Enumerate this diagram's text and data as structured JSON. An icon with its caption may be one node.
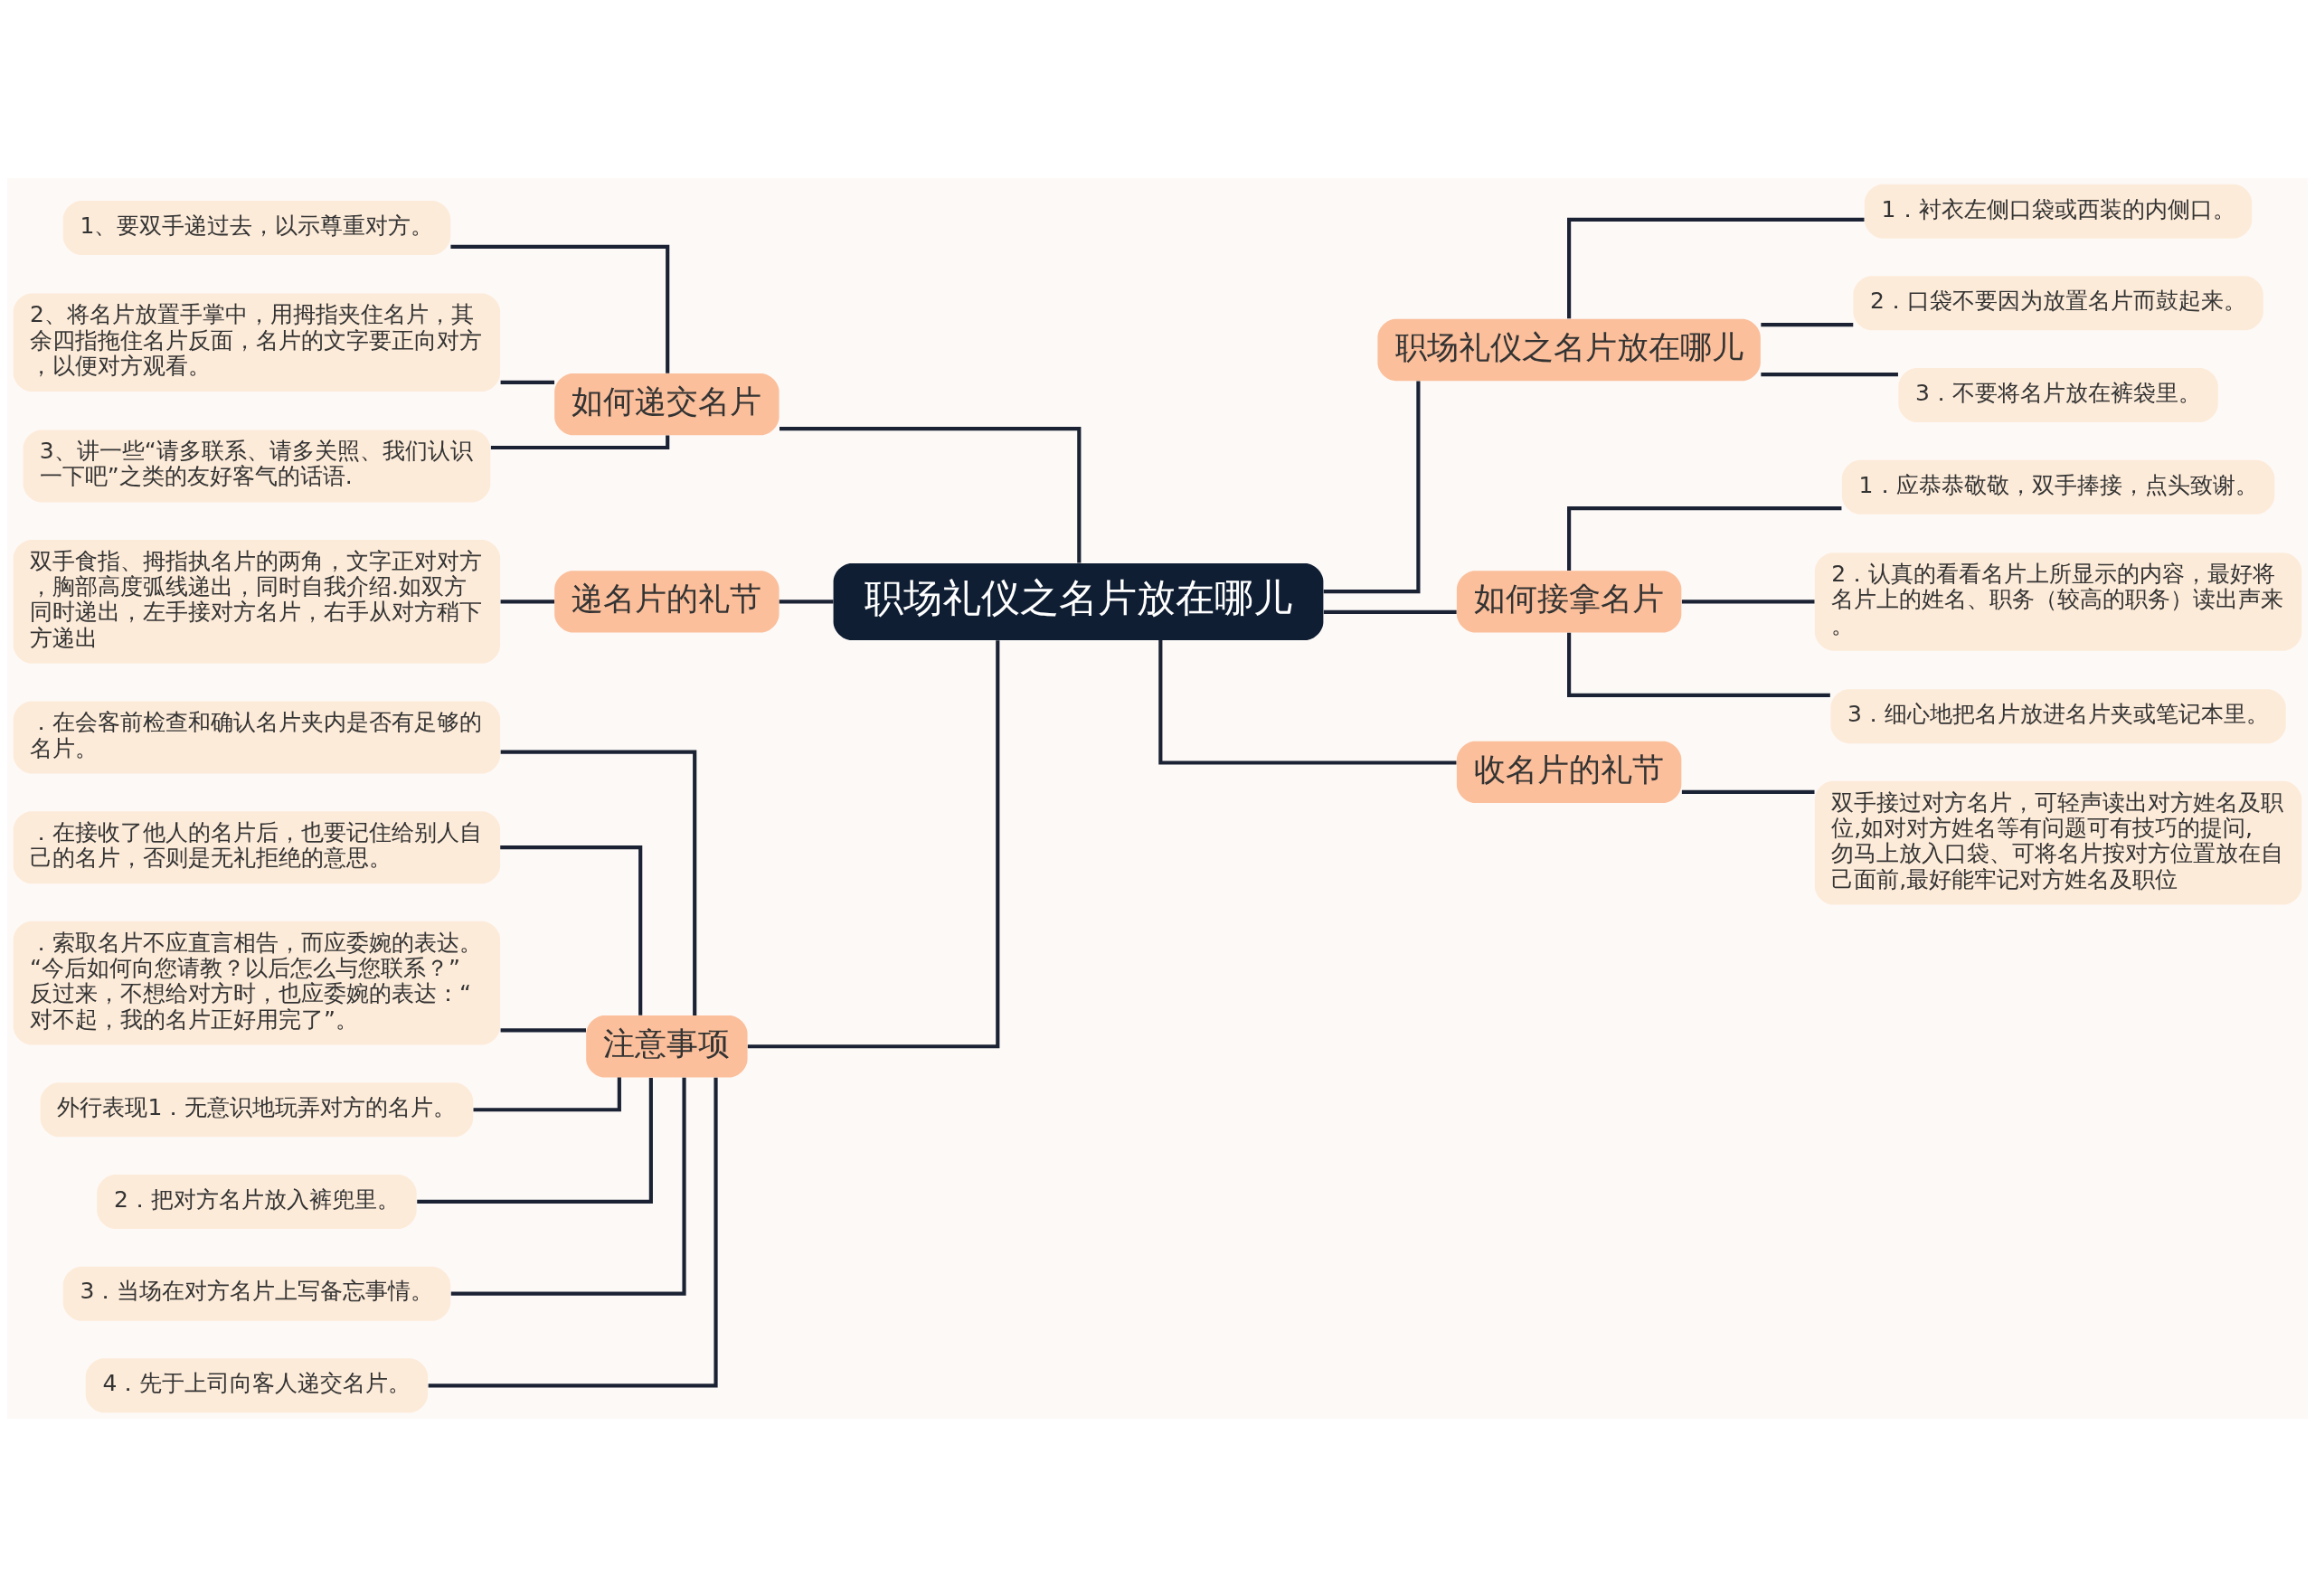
{
  "diagram": {
    "nodes": [
      {
        "text": [
          "职场礼仪之名片放在哪儿"
        ]
      },
      {
        "text": [
          "如何递交名片"
        ]
      },
      {
        "text": [
          "1、要双手递过去，以示尊重对方。"
        ]
      },
      {
        "text": [
          "2、将名片放置手掌中，用拇指夹住名片，其余四指拖住名片反面，名片的文字要正向对方，以便对方观看。"
        ]
      },
      {
        "text": [
          "3、讲一些“请多联系、请多关照、我们认识一下吧”之类的友好客气的话语."
        ]
      },
      {
        "text": [
          "递名片的礼节"
        ]
      },
      {
        "text": [
          "双手食指、拇指执名片的两角，文字正对对方，胸部高度弧线递出，同时自我介绍.如双方同时递出，左手接对方名片，右手从对方稍下方递出"
        ]
      },
      {
        "text": [
          "注意事项"
        ]
      },
      {
        "text": [
          "．在会客前检查和确认名片夹内是否有足够的名片。"
        ]
      },
      {
        "text": [
          "．在接收了他人的名片后，也要记住给别人自己的名片，否则是无礼拒绝的意思。"
        ]
      },
      {
        "text": [
          "．索取名片不应直言相告，而应委婉的表达。“今后如何向您请教？以后怎么与您联系？”反过来，不想给对方时，也应委婉的表达：“对不起，我的名片正好用完了”。"
        ]
      },
      {
        "text": [
          "外行表现1．无意识地玩弄对方的名片。"
        ]
      },
      {
        "text": [
          "2．把对方名片放入裤兜里。"
        ]
      },
      {
        "text": [
          "3．当场在对方名片上写备忘事情。"
        ]
      },
      {
        "text": [
          "4．先于上司向客人递交名片。"
        ]
      },
      {
        "text": [
          "职场礼仪之名片放在哪儿"
        ]
      },
      {
        "text": [
          "1．衬衣左侧口袋或西装的内侧口。"
        ]
      },
      {
        "text": [
          "2．口袋不要因为放置名片而鼓起来。"
        ]
      },
      {
        "text": [
          "3．不要将名片放在裤袋里。"
        ]
      },
      {
        "text": [
          "如何接拿名片"
        ]
      },
      {
        "text": [
          "1．应恭恭敬敬，双手捧接，点头致谢。"
        ]
      },
      {
        "text": [
          "2．认真的看看名片上所显示的内容，最好将名片上的姓名、职务（较高的职务）读出声来。"
        ]
      },
      {
        "text": [
          "3．细心地把名片放进名片夹或笔记本里。"
        ]
      },
      {
        "text": [
          "收名片的礼节"
        ]
      },
      {
        "text": [
          "双手接过对方名片，可轻声读出对方姓名及职位,如对对方姓名等有问题可有技巧的提问,勿马上放入口袋、可将名片按对方位置放在自己面前,最好能牢记对方姓名及职位"
        ]
      }
    ],
    "edges": [
      {
        "from": 0,
        "to": 1,
        "arrow": "none"
      },
      {
        "from": 1,
        "to": 2,
        "arrow": "none"
      },
      {
        "from": 1,
        "to": 3,
        "arrow": "none"
      },
      {
        "from": 1,
        "to": 4,
        "arrow": "none"
      },
      {
        "from": 0,
        "to": 5,
        "arrow": "none"
      },
      {
        "from": 5,
        "to": 6,
        "arrow": "none"
      },
      {
        "from": 0,
        "to": 7,
        "arrow": "none"
      },
      {
        "from": 7,
        "to": 8,
        "arrow": "none"
      },
      {
        "from": 7,
        "to": 9,
        "arrow": "none"
      },
      {
        "from": 7,
        "to": 10,
        "arrow": "none"
      },
      {
        "from": 7,
        "to": 11,
        "arrow": "none"
      },
      {
        "from": 7,
        "to": 12,
        "arrow": "none"
      },
      {
        "from": 7,
        "to": 13,
        "arrow": "none"
      },
      {
        "from": 7,
        "to": 14,
        "arrow": "none"
      },
      {
        "from": 0,
        "to": 15,
        "arrow": "none"
      },
      {
        "from": 15,
        "to": 16,
        "arrow": "none"
      },
      {
        "from": 15,
        "to": 17,
        "arrow": "none"
      },
      {
        "from": 15,
        "to": 18,
        "arrow": "none"
      },
      {
        "from": 0,
        "to": 19,
        "arrow": "none"
      },
      {
        "from": 19,
        "to": 20,
        "arrow": "none"
      },
      {
        "from": 19,
        "to": 21,
        "arrow": "none"
      },
      {
        "from": 19,
        "to": 22,
        "arrow": "none"
      },
      {
        "from": 0,
        "to": 23,
        "arrow": "none"
      },
      {
        "from": 23,
        "to": 24,
        "arrow": "none"
      }
    ]
  }
}
